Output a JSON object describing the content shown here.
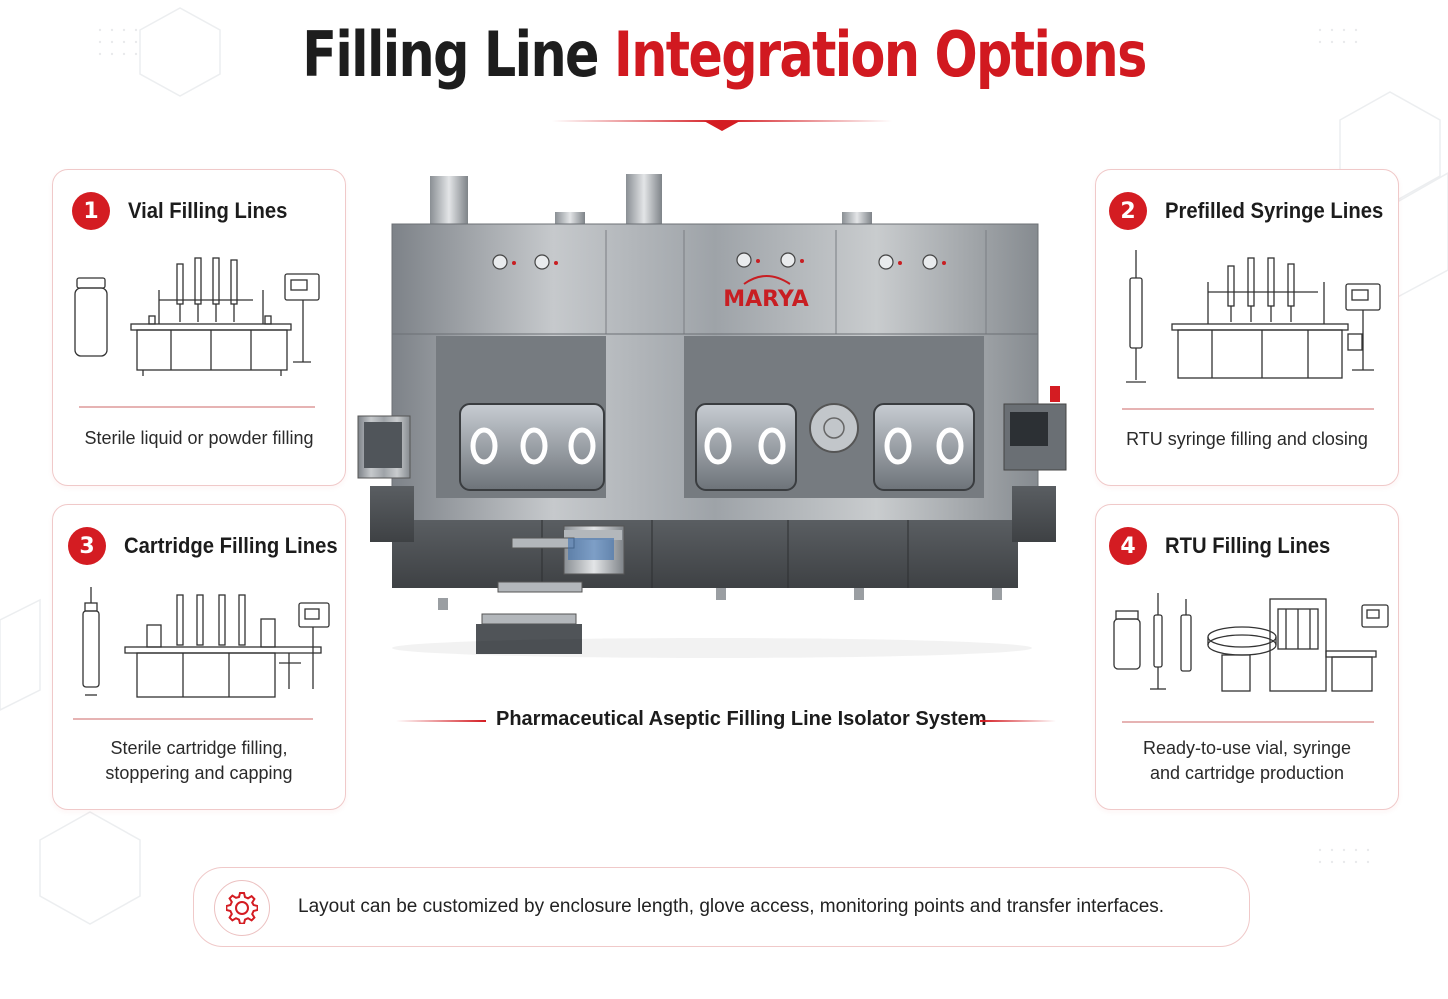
{
  "colors": {
    "accent": "#d41c22",
    "title_dark": "#1d1d1d",
    "card_border": "#f0c9c9",
    "steel": "#a9adb1"
  },
  "header": {
    "title_part1": "Filling Line",
    "title_part2": "Integration Options"
  },
  "cards": [
    {
      "number": "1",
      "title": "Vial Filling Lines",
      "description": "Sterile liquid or powder filling",
      "icon": "vial-filling-machine-illustration"
    },
    {
      "number": "2",
      "title": "Prefilled Syringe Lines",
      "description": "RTU syringe filling and closing",
      "icon": "syringe-filling-machine-illustration"
    },
    {
      "number": "3",
      "title": "Cartridge Filling Lines",
      "description_lines": [
        "Sterile cartridge filling,",
        "stoppering and capping"
      ],
      "icon": "cartridge-filling-machine-illustration"
    },
    {
      "number": "4",
      "title": "RTU Filling Lines",
      "description_lines": [
        "Ready-to-use vial, syringe",
        "and cartridge production"
      ],
      "icon": "rtu-filling-machine-illustration"
    }
  ],
  "machine": {
    "brand": "MARYA",
    "icon": "isolator-machine-photo"
  },
  "caption": "Pharmaceutical Aseptic Filling Line Isolator System",
  "note": {
    "icon": "gear-icon",
    "text": "Layout can be customized by enclosure length, glove access, monitoring points and transfer interfaces."
  }
}
